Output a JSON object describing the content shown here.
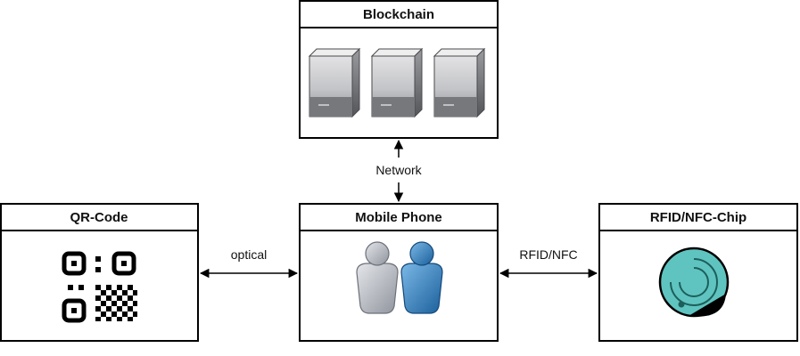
{
  "nodes": {
    "blockchain": {
      "title": "Blockchain",
      "icon": "server-rack-icon"
    },
    "mobile_phone": {
      "title": "Mobile Phone",
      "icon": "users-icon"
    },
    "qr_code": {
      "title": "QR-Code",
      "icon": "qr-code-icon"
    },
    "rfid_chip": {
      "title": "RFID/NFC-Chip",
      "icon": "nfc-tag-icon"
    }
  },
  "edges": {
    "network": {
      "label": "Network",
      "from": "Mobile Phone",
      "to": "Blockchain"
    },
    "optical": {
      "label": "optical",
      "from": "QR-Code",
      "to": "Mobile Phone"
    },
    "rfid_nfc": {
      "label": "RFID/NFC",
      "from": "Mobile Phone",
      "to": "RFID/NFC-Chip"
    }
  },
  "colors": {
    "border": "#000000",
    "server_light": "#d4d4d6",
    "server_dark": "#6a6b6e",
    "person_gray": "#b9bcc4",
    "person_blue": "#2f7fc1",
    "nfc_teal": "#5fc4c0"
  }
}
